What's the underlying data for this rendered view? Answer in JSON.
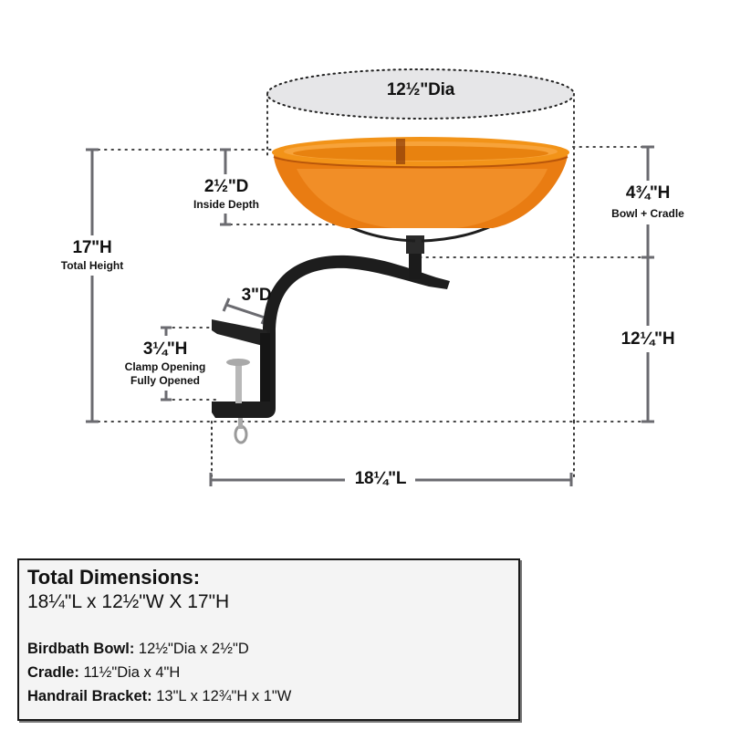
{
  "diagram": {
    "bowl_diameter": "12½\"Dia",
    "inside_depth": {
      "value": "2½\"D",
      "caption": "Inside Depth"
    },
    "total_height": {
      "value": "17\"H",
      "caption": "Total Height"
    },
    "bowl_cradle_height": {
      "value": "4¾\"H",
      "caption": "Bowl + Cradle"
    },
    "bracket_height": {
      "value": "12¼\"H"
    },
    "clamp_depth": {
      "value": "3\"D"
    },
    "clamp_opening": {
      "value": "3¼\"H",
      "caption_line1": "Clamp Opening",
      "caption_line2": "Fully Opened"
    },
    "total_length": {
      "value": "18¼\"L"
    },
    "colors": {
      "bowl": "#f28a12",
      "bowl_dark": "#d8650a",
      "metal": "#1d1d1d",
      "dim_line": "#6b6b70",
      "ellipse_fill": "#e6e6e8"
    }
  },
  "specs": {
    "title": "Total Dimensions:",
    "total": "18¼\"L x 12½\"W X 17\"H",
    "rows": [
      {
        "label": "Birdbath Bowl:",
        "value": " 12½\"Dia x 2½\"D"
      },
      {
        "label": "Cradle:",
        "value": " 11½\"Dia x 4\"H"
      },
      {
        "label": "Handrail Bracket:",
        "value": " 13\"L x 12¾\"H x 1\"W"
      }
    ]
  }
}
